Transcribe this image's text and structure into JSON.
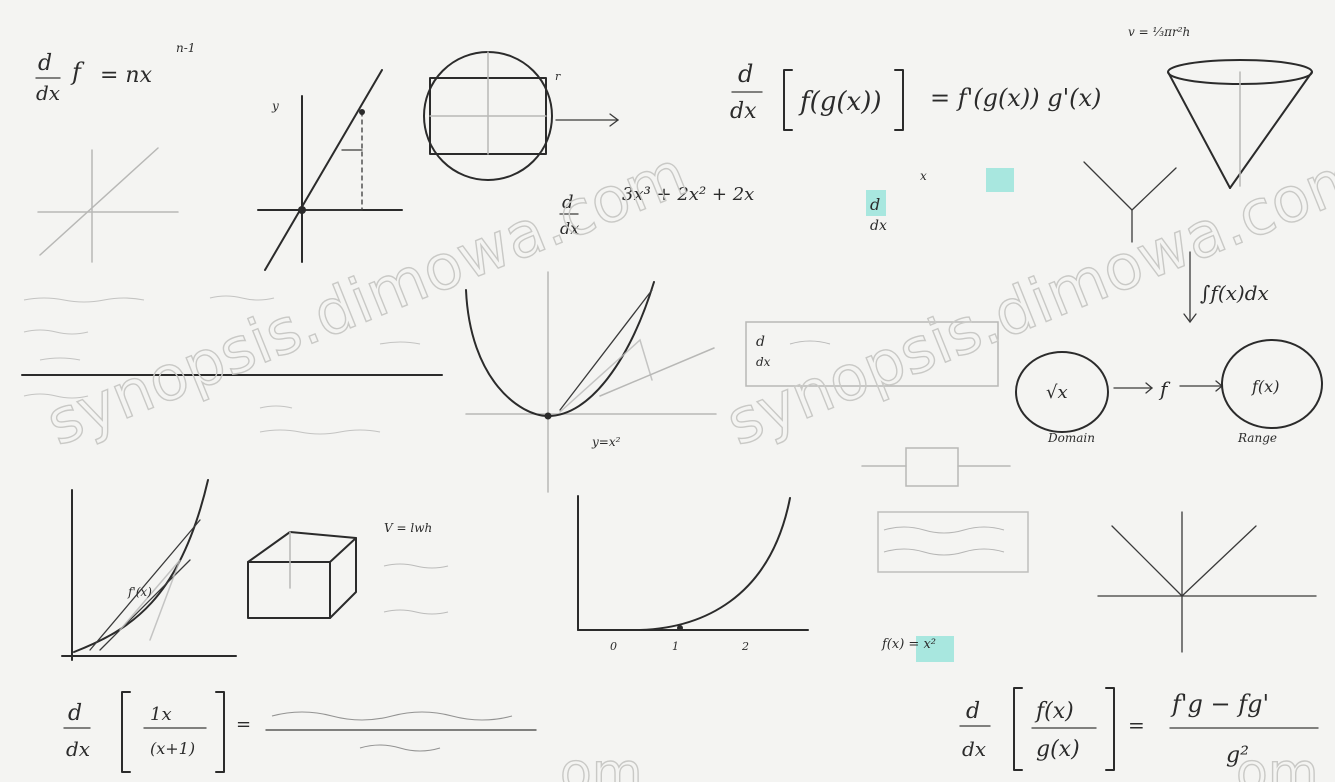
{
  "watermark": {
    "text_1": "synopsis.dimowa.com",
    "text_2": "synopsis.dimowa.com",
    "text_3": "om",
    "text_4": "om"
  },
  "formulas": {
    "power_rule": "d/dx f = nx^(n-1)",
    "chain_rule_lhs": "d/dx [f(g(x))]",
    "chain_rule_rhs": "= f'(g(x)) g'(x)",
    "polynomial": "d/dx 3x³ + 2x² + 2x",
    "integral": "∫f(x)dx",
    "quotient_rule_lhs": "d/dx [ f(x) / g(x) ]",
    "quotient_rule_rhs": "= (f'g − fg') / g²",
    "bottom_left": "d/dx [ 1x / (x+1) ] ="
  },
  "labels": {
    "domain": "Domain",
    "range": "Range",
    "f_box": "f",
    "sqrt_x": "√x",
    "f_x": "f(x)"
  },
  "colors": {
    "ink": "#2b2b2b",
    "paper": "#f4f4f2",
    "highlight": "#8fe3d8"
  }
}
